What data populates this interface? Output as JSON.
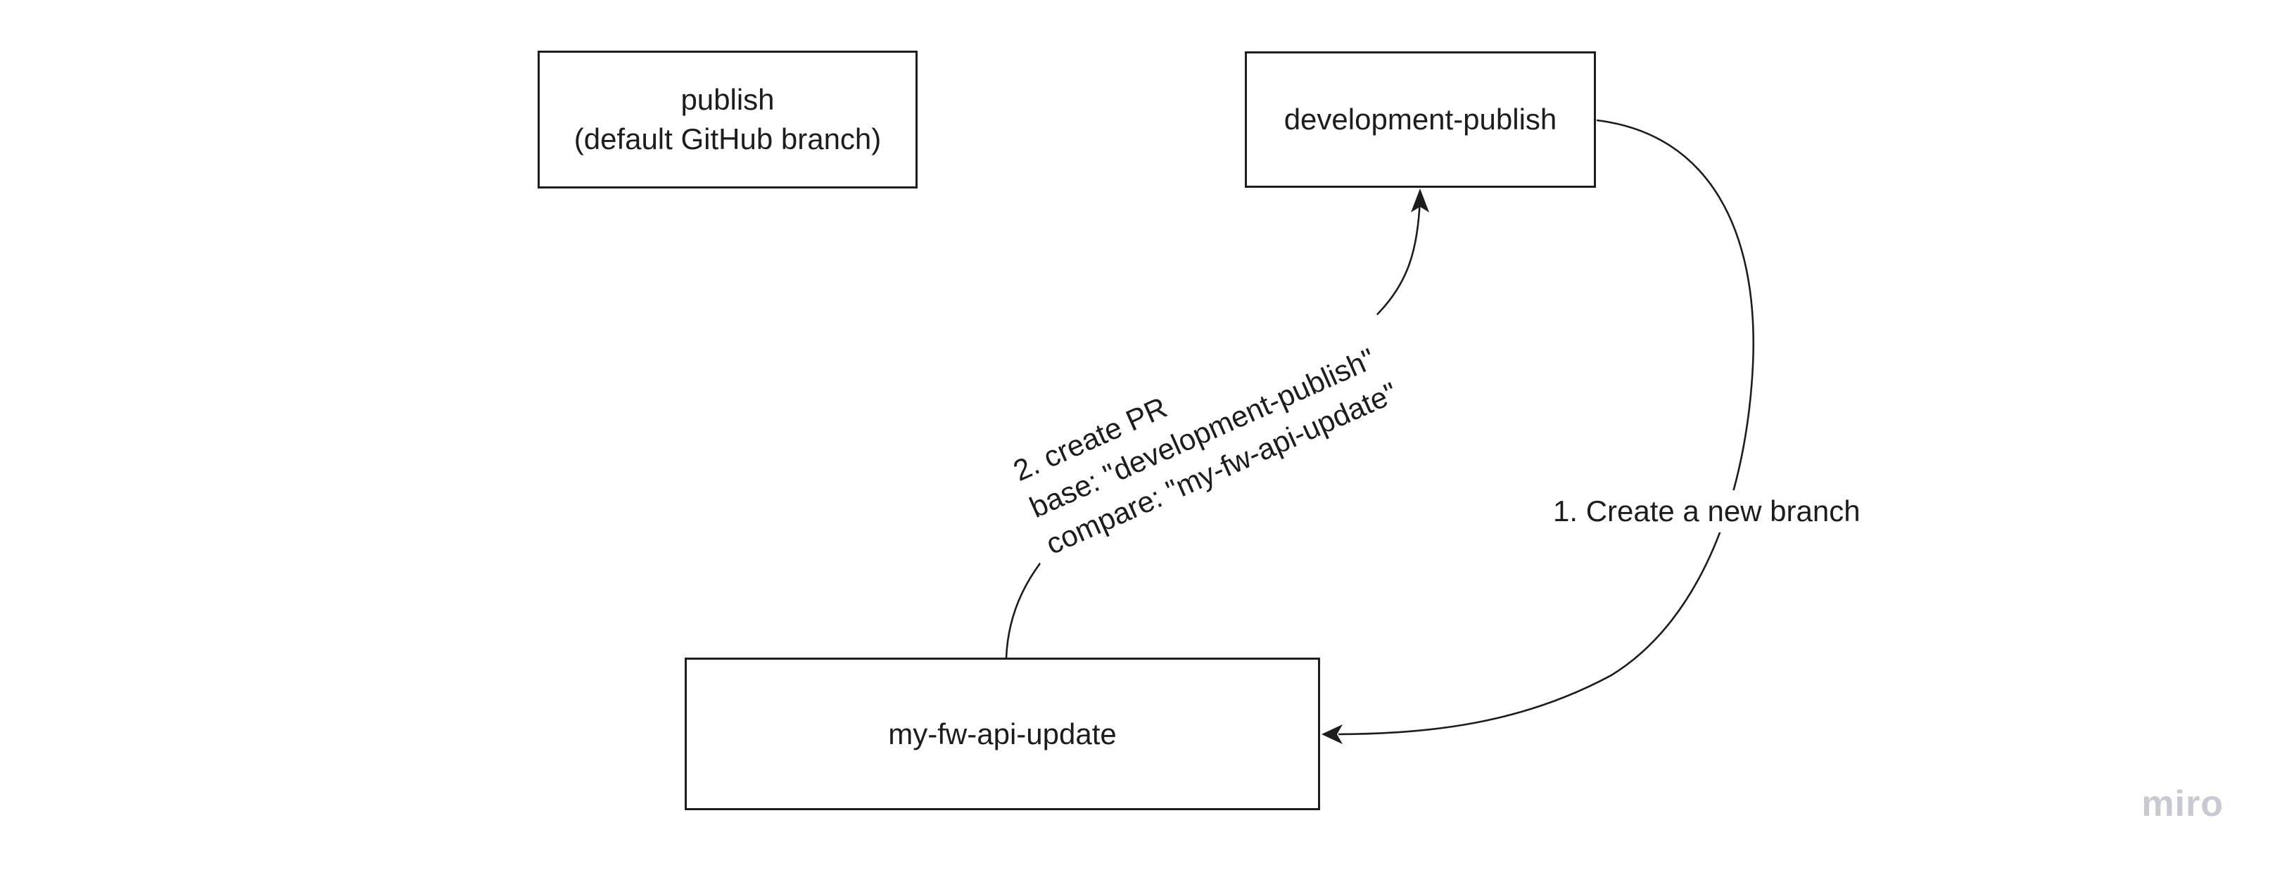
{
  "board": {
    "background": "#ffffff",
    "ink": "#1d1d1d"
  },
  "shapes": {
    "publish": {
      "line1": "publish",
      "line2": "(default GitHub branch)"
    },
    "development_publish": {
      "label": "development-publish"
    },
    "my_fw_api_update": {
      "label": "my-fw-api-update"
    }
  },
  "connectors": {
    "create_branch": {
      "label": "1. Create a new branch"
    },
    "create_pr": {
      "line1": "2. create PR",
      "line2": "base: \"development-publish\"",
      "line3": "compare: \"my-fw-api-update\""
    }
  },
  "watermark": {
    "label": "miro",
    "color": "#c9c9d3"
  }
}
